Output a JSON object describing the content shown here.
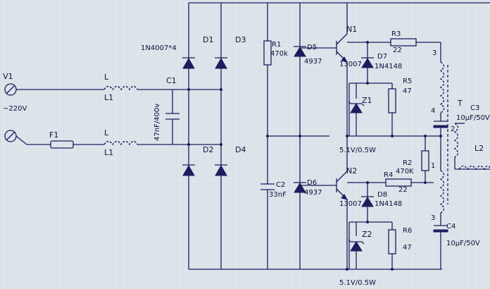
{
  "labels": {
    "v1": "V1",
    "v1_value": "~220V",
    "l_top": "L",
    "l1": "L1",
    "l_bottom": "L",
    "l1_bottom": "L1",
    "f1": "F1",
    "c1": "C1",
    "c1_value": "47nF/400v",
    "bridge_part": "1N4007*4",
    "d1": "D1",
    "d2": "D2",
    "d3": "D3",
    "d4": "D4",
    "r1": "R1",
    "r1_value": "470k",
    "c2": "C2",
    "c2_value": "33nF",
    "d5": "D5",
    "d5_value": "4937",
    "d6": "D6",
    "d6_value": "4937",
    "n1": "N1",
    "n1_part": "13007",
    "n2": "N2",
    "n2_part": "13007",
    "d7": "D7",
    "d7_value": "1N4148",
    "d8": "D8",
    "d8_value": "1N4148",
    "r3": "R3",
    "r3_value": "22",
    "r4": "R4",
    "r4_value": "22",
    "r5": "R5",
    "r5_value": "47",
    "r6": "R6",
    "r6_value": "47",
    "z1": "Z1",
    "z2": "Z2",
    "zener_top": "5.1V/0.5W",
    "zener_bottom": "5.1V/0.5W",
    "r2": "R2",
    "r2_value": "470K",
    "t": "T",
    "c3": "C3",
    "c3_value": "10μF/50V",
    "c4": "C4",
    "c4_value": "10μF/50V",
    "l2": "L2",
    "pin3_top": "3",
    "pin4_top": "4",
    "pin2": "2",
    "pin1": "1",
    "pin3_bottom": "3"
  }
}
